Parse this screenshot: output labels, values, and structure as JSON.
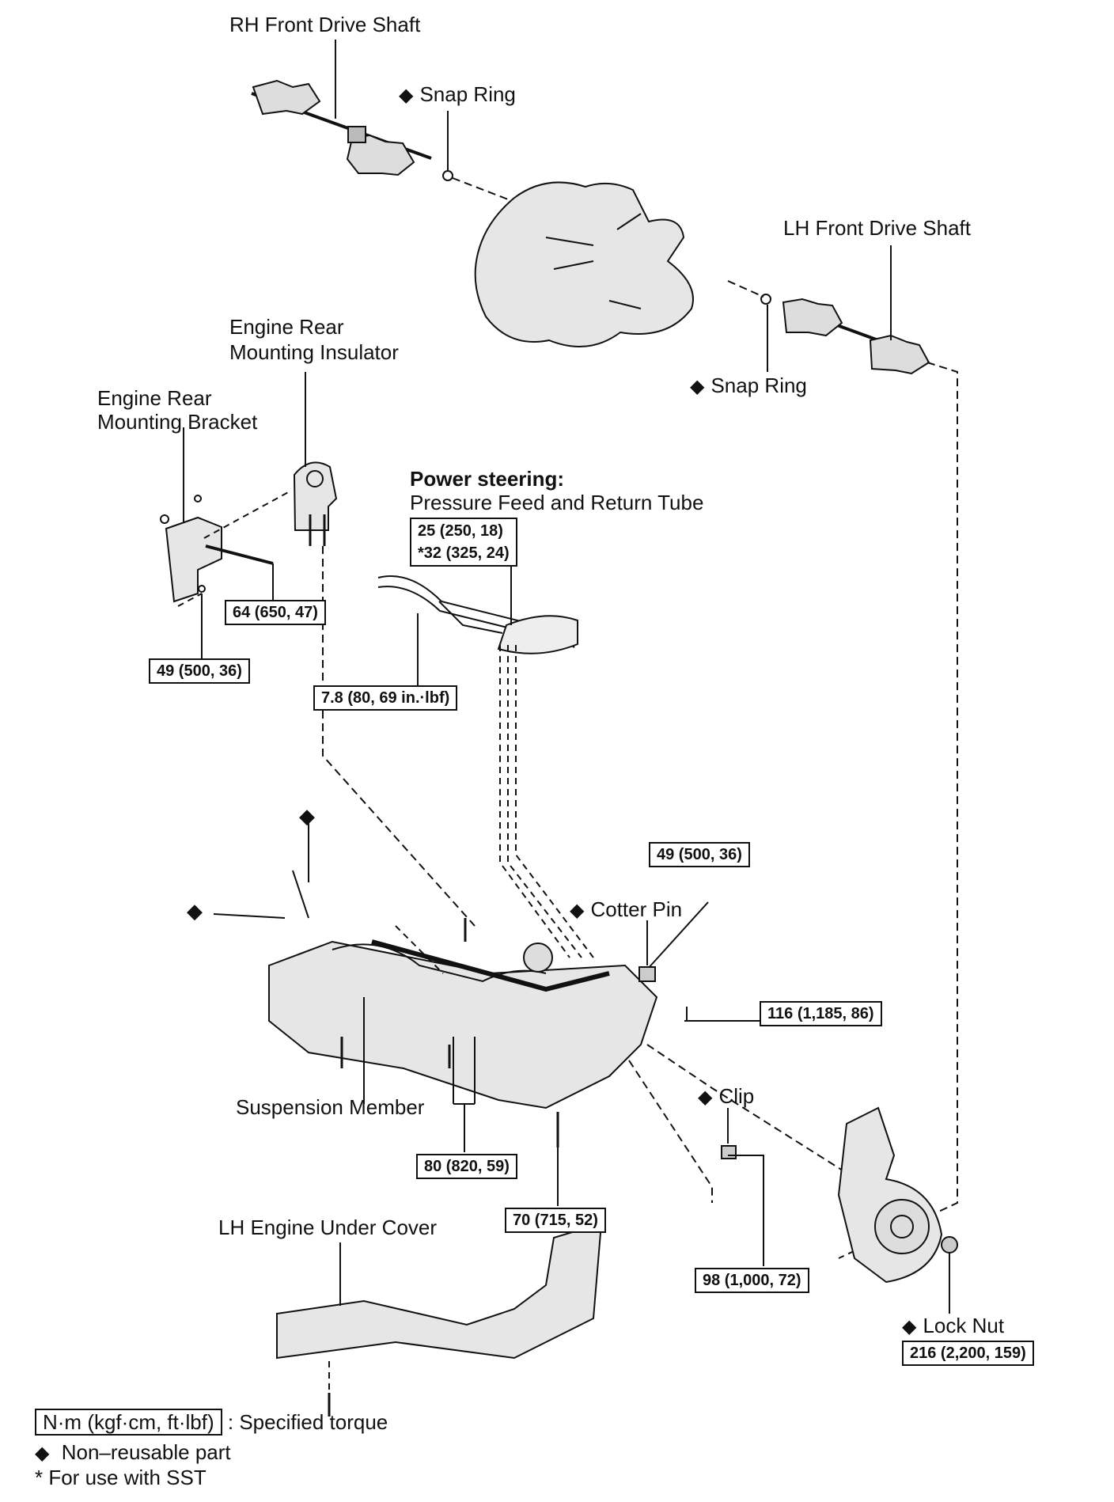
{
  "labels": {
    "rh_drive_shaft": "RH Front Drive Shaft",
    "snap_ring_top": "Snap Ring",
    "lh_drive_shaft": "LH Front Drive Shaft",
    "snap_ring_right": "Snap Ring",
    "engine_rear_mounting_insulator_line1": "Engine Rear",
    "engine_rear_mounting_insulator_line2": "Mounting Insulator",
    "engine_rear_mounting_bracket_line1": "Engine Rear",
    "engine_rear_mounting_bracket_line2": "Mounting Bracket",
    "power_steering_title": "Power steering:",
    "power_steering_sub": "Pressure Feed and Return Tube",
    "cotter_pin": "Cotter Pin",
    "suspension_member": "Suspension Member",
    "clip": "Clip",
    "lh_engine_under_cover": "LH Engine Under Cover",
    "lock_nut": "Lock Nut"
  },
  "torque": {
    "ps_tube_line1": "25 (250, 18)",
    "ps_tube_line2": "*32 (325, 24)",
    "bracket_bolt": "64 (650, 47)",
    "bracket_nut": "49 (500, 36)",
    "ps_clamp": "7.8 (80, 69 in.·lbf)",
    "tie_rod_nut": "49 (500, 36)",
    "member_front_bolt": "116 (1,185, 86)",
    "member_bolts": "80 (820, 59)",
    "member_center_bolt": "70 (715, 52)",
    "lower_arm_bolt": "98 (1,000, 72)",
    "lock_nut": "216 (2,200, 159)"
  },
  "legend": {
    "torque_unit": "N·m (kgf·cm, ft·lbf)",
    "torque_desc": ": Specified torque",
    "non_reusable": "Non–reusable part",
    "sst": "* For use with SST"
  },
  "symbols": {
    "non_reusable_mark": "◆"
  }
}
